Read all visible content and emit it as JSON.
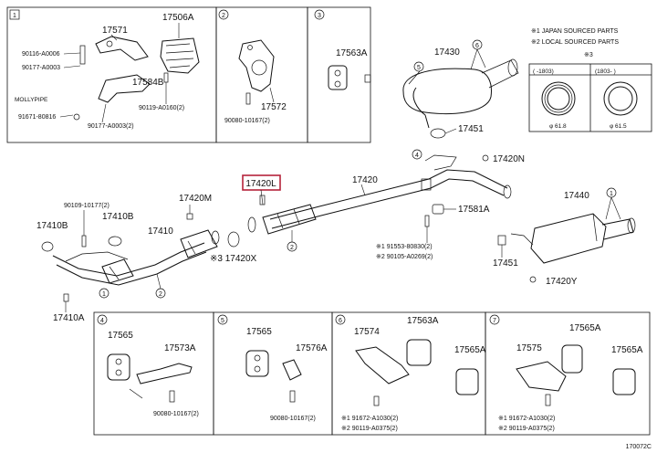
{
  "legend": {
    "line1": "※1 JAPAN SOURCED PARTS",
    "line2": "※2 LOCAL SOURCED PARTS",
    "inset_mark": "※3",
    "inset_a": "(     -1803)",
    "inset_b": "(1803-     )",
    "dim_a": "φ 61.8",
    "dim_b": "φ 61.5"
  },
  "panels": {
    "p1": "1",
    "p2": "2",
    "p3": "3",
    "p4": "4",
    "p5": "5",
    "p6": "6",
    "p7": "7"
  },
  "labels": {
    "17571": "17571",
    "17506A": "17506A",
    "90116": "90116-A0006",
    "90177a": "90177-A0003",
    "17584B": "17584B",
    "90119a": "90119-A0160(2)",
    "mollypipe": "MOLLYPIPE",
    "91671": "91671-80816",
    "90177b": "90177-A0003(2)",
    "17572": "17572",
    "90080a": "90080-10167(2)",
    "17563A": "17563A",
    "17430": "17430",
    "17451a": "17451",
    "17420N": "17420N",
    "17420L": "17420L",
    "17420": "17420",
    "90109": "90109-10177(2)",
    "17420M": "17420M",
    "17410B_left": "17410B",
    "17410B": "17410B",
    "17410": "17410",
    "17420X": "※3 17420X",
    "17410A": "17410A",
    "17581A": "17581A",
    "91553": "※1 91553-80830(2)",
    "90105": "※2 90105-A0269(2)",
    "17440": "17440",
    "17451b": "17451",
    "17420Y": "17420Y",
    "17565_4": "17565",
    "17573A": "17573A",
    "90080b": "90080-10167(2)",
    "17565_5": "17565",
    "17576A": "17576A",
    "90080c": "90080-10167(2)",
    "17574": "17574",
    "17563A_6": "17563A",
    "17565A_6": "17565A",
    "91672a": "※1 91672-A1030(2)",
    "90119b": "※2 90119-A0375(2)",
    "17575": "17575",
    "17565A_7a": "17565A",
    "17565A_7b": "17565A",
    "91672b": "※1 91672-A1030(2)",
    "90119c": "※2 90119-A0375(2)"
  },
  "callouts": {
    "c1": "1",
    "c2": "2",
    "c3": "3",
    "c4": "4",
    "c5": "5",
    "c6": "6",
    "c7": "7"
  },
  "diagram_id": "170072C"
}
